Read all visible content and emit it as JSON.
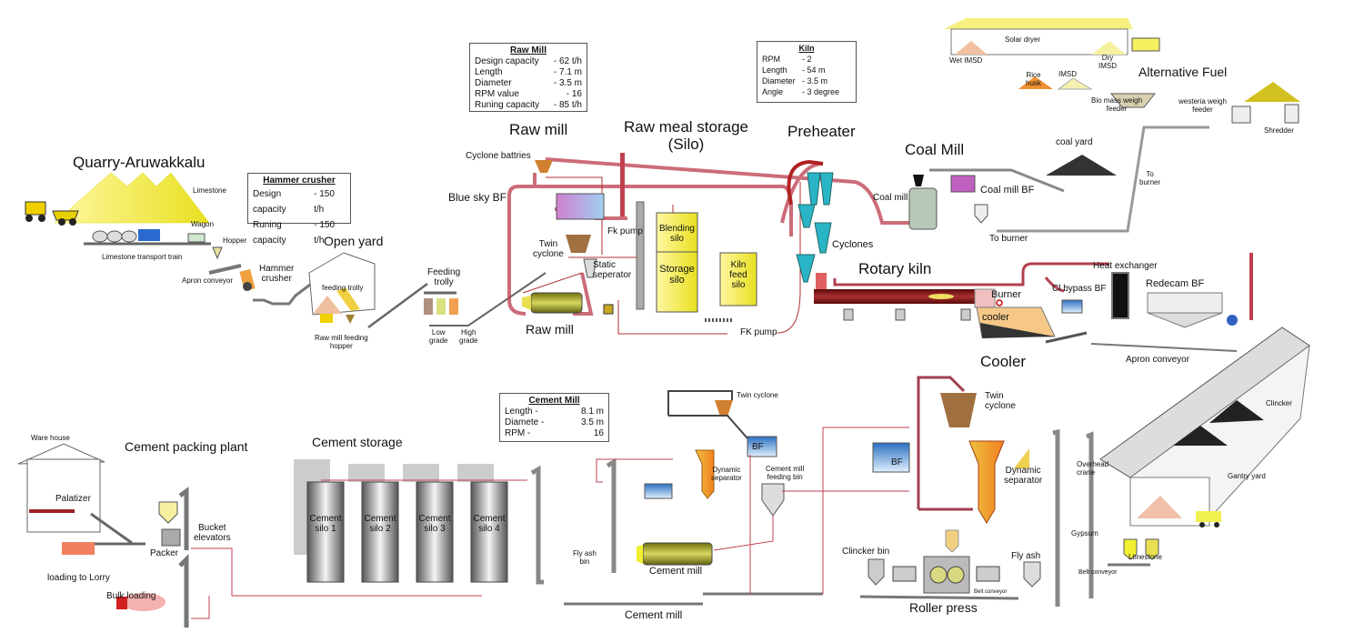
{
  "quarry": {
    "title": "Quarry-Aruwakkalu",
    "limestone": "Limestone",
    "wagon": "Wagon",
    "hopper": "Hopper",
    "train": "Limestone transport train",
    "apron_conveyor": "Apron conveyor",
    "hammer_crusher_1": "Hammer",
    "hammer_crusher_2": "crusher",
    "open_yard": "Open yard",
    "feeding_trolly_small": "feeding trolly",
    "raw_mill_feeding_1": "Raw mill feeding",
    "raw_mill_feeding_2": "hopper",
    "feeding_trolly_1": "Feeding",
    "feeding_trolly_2": "trolly",
    "low_1": "Low",
    "low_2": "grade",
    "high_1": "High",
    "high_2": "grade"
  },
  "hammer_crusher_box": {
    "title": "Hammer crusher",
    "rows": [
      {
        "label": "Design capacity",
        "value": "- 150 t/h"
      },
      {
        "label": "Runing capacity",
        "value": "-  150 t/h"
      }
    ]
  },
  "raw_mill_box": {
    "title": "Raw Mill",
    "rows": [
      {
        "label": "Design capacity",
        "value": "- 62 t/h"
      },
      {
        "label": "Length",
        "value": "-  7.1 m"
      },
      {
        "label": "Diameter",
        "value": "-  3.5 m"
      },
      {
        "label": "RPM value",
        "value": "-  16"
      },
      {
        "label": "Runing capacity",
        "value": "-  85 t/h"
      }
    ]
  },
  "kiln_box": {
    "title": "Kiln",
    "rows": [
      {
        "label": "RPM",
        "value": "- 2"
      },
      {
        "label": "Length",
        "value": "- 54 m"
      },
      {
        "label": "Diameter",
        "value": "- 3.5 m"
      },
      {
        "label": "Angle",
        "value": "- 3 degree"
      }
    ]
  },
  "cement_mill_box": {
    "title": "Cement Mill",
    "rows": [
      {
        "label": "Length  -",
        "value": "8.1 m"
      },
      {
        "label": "Diamete -",
        "value": "3.5 m"
      },
      {
        "label": "RPM  -",
        "value": "16"
      }
    ]
  },
  "raw": {
    "title": "Raw mill",
    "cyclone_batteries": "Cyclone battries",
    "blue_sky_bf": "Blue sky BF",
    "twin_cyclone_1": "Twin",
    "twin_cyclone_2": "cyclone",
    "static_1": "Static",
    "static_2": "seperator",
    "fk_pump": "Fk pump",
    "raw_mill": "Raw mill",
    "storage_1": "Raw meal storage",
    "storage_2": "(Silo)",
    "blending_1": "Blending",
    "blending_2": "silo",
    "storage_silo_1": "Storage",
    "storage_silo_2": "silo",
    "kiln_feed_1": "Kiln",
    "kiln_feed_2": "feed",
    "kiln_feed_3": "silo",
    "fk_pump_2": "FK pump"
  },
  "kiln": {
    "preheater": "Preheater",
    "cyclones": "Cyclones",
    "rotary_kiln": "Rotary kiln",
    "burner": "Burner",
    "cooler_small": "cooler",
    "cooler": "Cooler",
    "cl_bypass": "Cl bypass BF",
    "heat_exchanger": "Heat exchanger",
    "redecam": "Redecam BF",
    "apron_conveyor": "Apron conveyor"
  },
  "coal": {
    "title": "Coal Mill",
    "coal_mill": "Coal mill",
    "coal_mill_bf": "Coal mill BF",
    "to_burner": "To burner",
    "coal_yard": "coal yard",
    "to_burner_2a": "To",
    "to_burner_2b": "burner"
  },
  "alt_fuel": {
    "title": "Alternative Fuel",
    "solar_dryer": "Solar dryer",
    "wet_imsd": "Wet IMSD",
    "dry_1": "Dry",
    "dry_2": "IMSD",
    "rice_1": "Rice",
    "rice_2": "husk",
    "imsd": "IMSD",
    "bio_1": "Bio mass weigh",
    "bio_2": "feeder",
    "west_1": "westeria weigh",
    "west_2": "feeder",
    "shredder": "Shredder"
  },
  "packing": {
    "ware_house": "Ware house",
    "title": "Cement packing plant",
    "palatizer": "Palatizer",
    "packer": "Packer",
    "bucket_1": "Bucket",
    "bucket_2": "elevators",
    "lorry": "loading to Lorry",
    "bulk": "Bulk loading"
  },
  "storage": {
    "title": "Cement storage",
    "silos": [
      {
        "a": "Cement",
        "b": "silo 1"
      },
      {
        "a": "Cement",
        "b": "silo 2"
      },
      {
        "a": "Cement",
        "b": "silo 3"
      },
      {
        "a": "Cement",
        "b": "silo 4"
      }
    ]
  },
  "cement_mill": {
    "twin_cyclone": "Twin cyclone",
    "bf": "BF",
    "dyn_1": "Dynamic",
    "dyn_2": "separator",
    "feed_bin_1": "Cement mill",
    "feed_bin_2": "feeding bin",
    "fly_ash_1": "Fly  ash",
    "fly_ash_2": "bin",
    "mill": "Cement mill",
    "title": "Cement mill"
  },
  "roller": {
    "twin_1": "Twin",
    "twin_2": "cyclone",
    "bf": "BF",
    "dyn_1": "Dynamic",
    "dyn_2": "separator",
    "title": "Roller press",
    "clincker_bin": "Clincker bin",
    "fly_ash": "Fly ash",
    "belt": "Belt conveyor"
  },
  "gantry": {
    "clincker": "Clincker",
    "crane_1": "Overhead",
    "crane_2": "crane",
    "gantry_yard": "Gantry yard",
    "gypsum": "Gypsum",
    "limestone": "Limestone",
    "belt": "Belt conveyor"
  },
  "colors": {
    "pipe": "#b0303a",
    "yellow": "#f5f08a",
    "kiln": "#8a1a1a",
    "cyan": "#2ab5c6",
    "orange": "#f08a3a"
  }
}
